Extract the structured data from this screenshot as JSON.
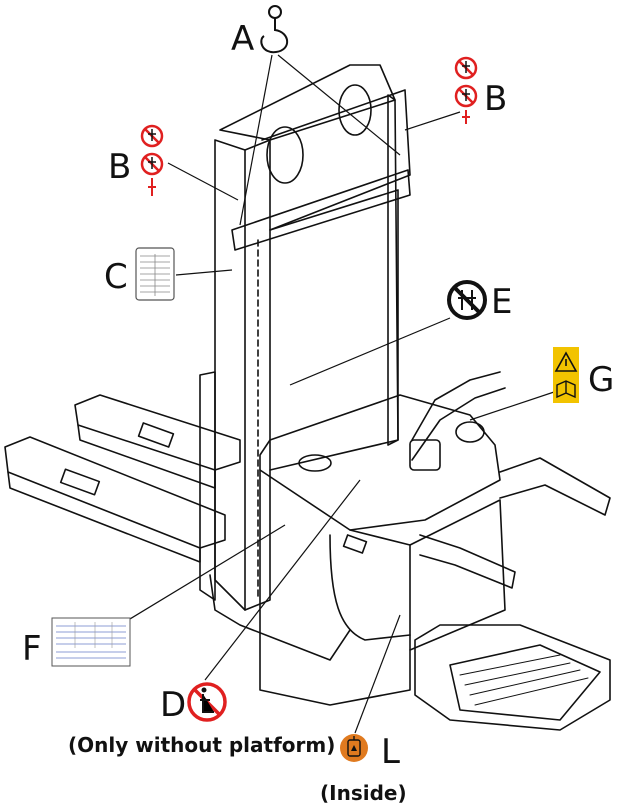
{
  "callouts": {
    "a": "A",
    "b_right": "B",
    "b_left": "B",
    "c": "C",
    "e": "E",
    "g": "G",
    "f": "F",
    "d": "D",
    "l": "L"
  },
  "captions": {
    "d_note": "(Only without platform)",
    "l_note": "(Inside)"
  },
  "colors": {
    "warning_yellow": "#F2C300",
    "prohibit_red": "#E02020",
    "l_orange": "#E07A1F",
    "line": "#111111"
  },
  "icons": {
    "a": "lifting-hook-icon",
    "b": "no-standing-under-fork-icon",
    "c": "load-chart-plate-icon",
    "e": "no-passenger-icon",
    "g": "caution-read-manual-icon",
    "f": "nameplate-icon",
    "d": "no-riding-icon",
    "l": "battery-fill-icon"
  }
}
